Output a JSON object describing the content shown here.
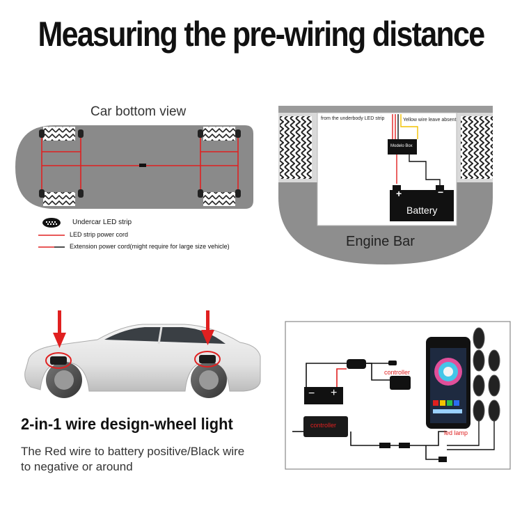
{
  "header": {
    "title": "Measuring the pre-wiring distance"
  },
  "car_bottom": {
    "title": "Car bottom view",
    "legend": [
      {
        "icon": "led-module-icon",
        "label": "Undercar LED strip"
      },
      {
        "icon": "red-line-icon",
        "label": "LED strip power cord"
      },
      {
        "icon": "black-line-icon",
        "label": "Extension power cord(might require for large size vehicle)"
      }
    ]
  },
  "engine": {
    "from_label": "from the underbody LED strip",
    "yellow_label": "Yellow wire leave absent",
    "box_label": "Modelo Box",
    "battery_label": "Battery",
    "plus": "+",
    "minus": "−",
    "bar_label": "Engine Bar"
  },
  "wheel": {
    "title": "2-in-1 wire design-wheel light",
    "description": "The Red wire to battery positive/Black wire to negative or around"
  },
  "kit": {
    "controller_top": "controller",
    "controller_bottom": "controller",
    "led_lamp": "led lamp",
    "battery_minus": "−",
    "battery_plus": "+"
  },
  "colors": {
    "red": "#e02020",
    "body_gray": "#8a8a8a",
    "panel_gray": "#d6d6d6"
  }
}
